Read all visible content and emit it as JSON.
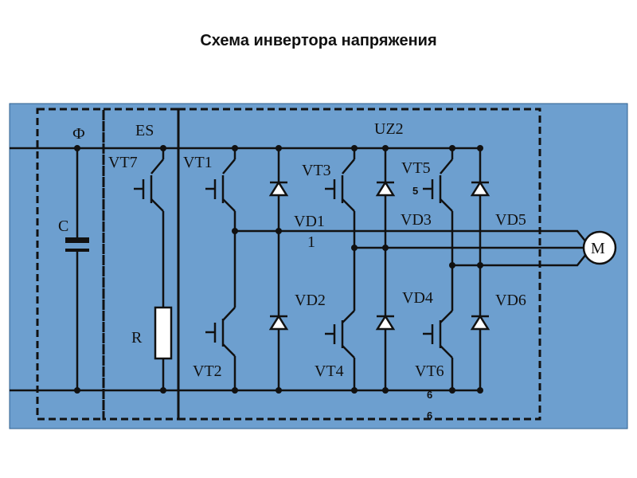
{
  "page": {
    "title": "Схема инвертора напряжения"
  },
  "colors": {
    "panel": "#6d9fcf",
    "wire": "#111111",
    "background": "#ffffff"
  },
  "labels": {
    "phi": "Ф",
    "es": "ES",
    "uz2": "UZ2",
    "c": "C",
    "r": "R",
    "m": "M",
    "vt7": "VT7",
    "vt1": "VT1",
    "vt3": "VT3",
    "vt5": "VT5",
    "vt2": "VT2",
    "vt4": "VT4",
    "vt6": "VT6",
    "vd1": "VD1",
    "vd3": "VD3",
    "vd5": "VD5",
    "vd2": "VD2",
    "vd4": "VD4",
    "vd6": "VD6",
    "stray_1": "1",
    "stray_5": "5",
    "stray_6a": "6",
    "stray_6b": "6"
  }
}
